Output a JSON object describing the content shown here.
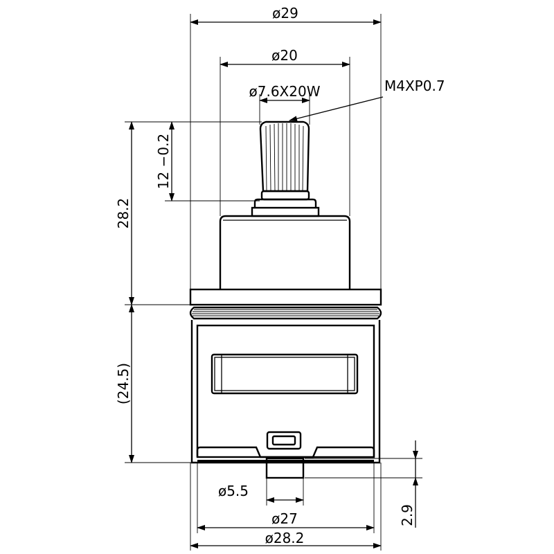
{
  "dimensions": {
    "outer_diameter_top": "ø29",
    "body_diameter": "ø20",
    "spline_spec": "ø7.6X20W",
    "thread_spec": "M4XP0.7",
    "spline_height": "12 −0.2",
    "upper_height": "28.2",
    "lower_height": "(24.5)",
    "stem_diameter": "ø5.5",
    "base_diameter": "ø27",
    "bottom_outer_diameter": "ø28.2",
    "stem_protrusion": "2.9"
  },
  "colors": {
    "line": "#000000",
    "background": "#ffffff"
  }
}
